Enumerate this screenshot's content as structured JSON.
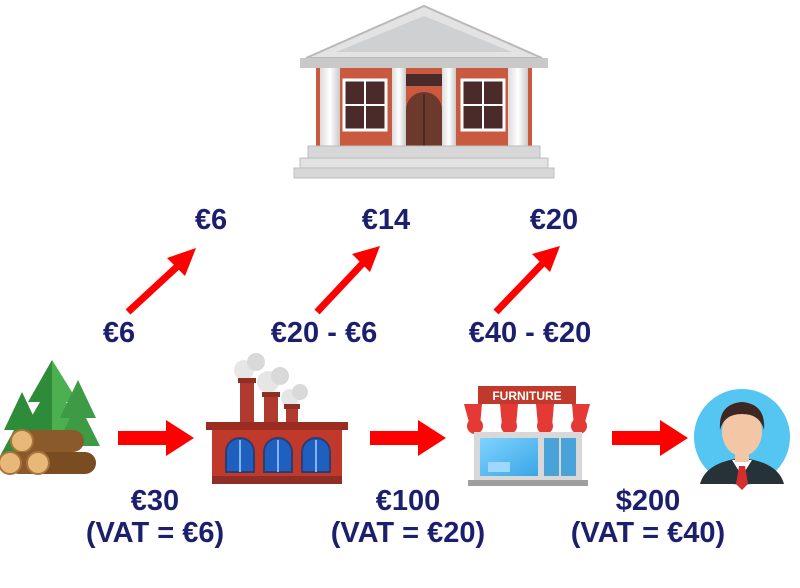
{
  "shop_sign": "FURNITURE",
  "tax_amounts": [
    "€6",
    "€14",
    "€20"
  ],
  "input_calcs": [
    "€6",
    "€20 - €6",
    "€40 - €20"
  ],
  "stage_prices": [
    {
      "price": "€30",
      "vat": "(VAT = €6)"
    },
    {
      "price": "€100",
      "vat": "(VAT = €20)"
    },
    {
      "price": "$200",
      "vat": "(VAT = €40)"
    }
  ],
  "colors": {
    "text": "#1b1f6e",
    "arrow": "#ff0000",
    "brick": "#c94a3a",
    "skin": "#f3c7a5",
    "sky": "#55c6f2"
  },
  "icons": [
    "government-building-icon",
    "logs-and-trees-icon",
    "factory-icon",
    "furniture-store-icon",
    "consumer-avatar-icon"
  ]
}
